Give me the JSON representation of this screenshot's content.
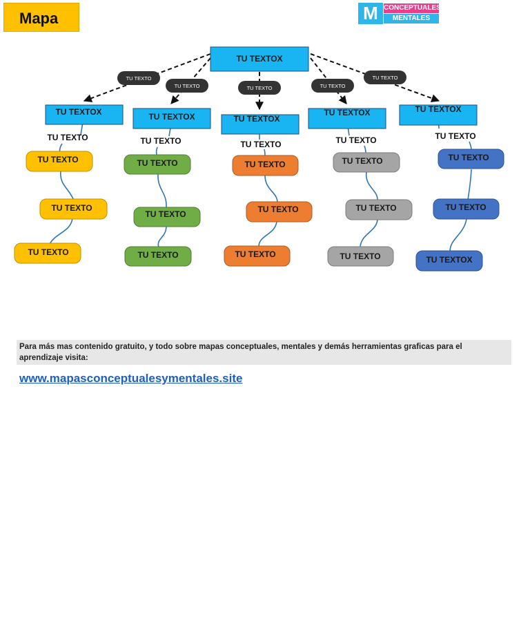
{
  "header": {
    "title": "Mapa"
  },
  "logo": {
    "letter": "M",
    "line1": "CONCEPTUALES",
    "line2": "MENTALES"
  },
  "diagram": {
    "root": "TU TEXTOX",
    "connectors": [
      "TU TEXTO",
      "TU TEXTO",
      "TU TEXTO",
      "TU TEXTO",
      "TU TEXTO"
    ],
    "branches": [
      {
        "title": "TU TEXTOX",
        "label": "TU TEXTO",
        "nodes": [
          "TU TEXTO",
          "TU TEXTO",
          "TU TEXTO"
        ],
        "color": "#FFC000"
      },
      {
        "title": "TU TEXTOX",
        "label": "TU TEXTO",
        "nodes": [
          "TU TEXTO",
          "TU TEXTO",
          "TU TEXTO"
        ],
        "color": "#70AD47"
      },
      {
        "title": "TU TEXTOX",
        "label": "TU TEXTO",
        "nodes": [
          "TU TEXTO",
          "TU TEXTO",
          "TU TEXTO"
        ],
        "color": "#ED7D31"
      },
      {
        "title": "TU TEXTOX",
        "label": "TU TEXTO",
        "nodes": [
          "TU TEXTO",
          "TU TEXTO",
          "TU TEXTO"
        ],
        "color": "#A5A5A5"
      },
      {
        "title": "TU TEXTOX",
        "label": "TU TEXTO",
        "nodes": [
          "TU TEXTO",
          "TU TEXTO",
          "TU TEXTOX"
        ],
        "color": "#4472C4"
      }
    ]
  },
  "footer": {
    "info": "Para más mas contenido gratuito, y todo sobre mapas conceptuales, mentales y demás herramientas graficas para el aprendizaje visita:",
    "link": "www.mapasconceptualesymentales.site"
  }
}
